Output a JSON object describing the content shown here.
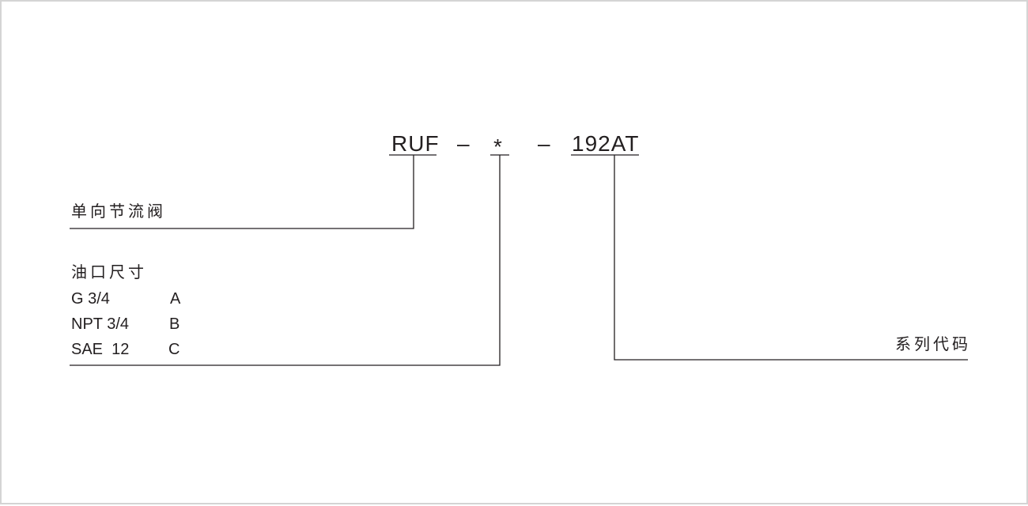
{
  "model_code": {
    "prefix": "RUF",
    "sep1": "–",
    "variable": "*",
    "sep2": "–",
    "series": "192AT"
  },
  "valve_type_label": "单向节流阀",
  "port_size": {
    "heading": "油口尺寸",
    "options": [
      {
        "name": "G 3/4",
        "code": "A"
      },
      {
        "name": "NPT 3/4",
        "code": "B"
      },
      {
        "name": "SAE  12",
        "code": "C"
      }
    ]
  },
  "series_code_label": "系列代码",
  "colors": {
    "ink": "#231f20",
    "frame": "#d4d4d4"
  }
}
